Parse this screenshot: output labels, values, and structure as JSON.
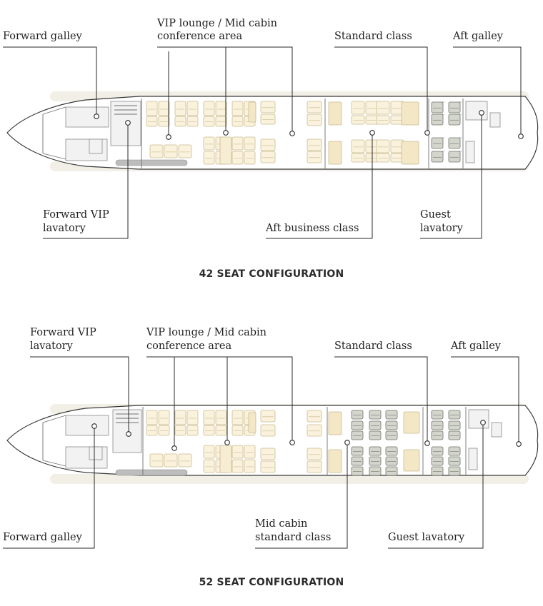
{
  "configs": [
    {
      "title": "42 SEAT CONFIGURATION",
      "labels": {
        "forward_galley": "Forward galley",
        "vip_lounge_1": "VIP lounge / Mid cabin",
        "vip_lounge_2": "conference area",
        "standard_class": "Standard class",
        "aft_galley": "Aft galley",
        "forward_vip_lavatory_1": "Forward VIP",
        "forward_vip_lavatory_2": "lavatory",
        "aft_business_class": "Aft business class",
        "guest_lavatory_1": "Guest",
        "guest_lavatory_2": "lavatory"
      }
    },
    {
      "title": "52 SEAT CONFIGURATION",
      "labels": {
        "forward_vip_lavatory_1": "Forward VIP",
        "forward_vip_lavatory_2": "lavatory",
        "vip_lounge_1": "VIP lounge / Mid cabin",
        "vip_lounge_2": "conference area",
        "standard_class": "Standard class",
        "aft_galley": "Aft galley",
        "forward_galley": "Forward galley",
        "mid_cabin_standard_1": "Mid cabin",
        "mid_cabin_standard_2": "standard class",
        "guest_lavatory": "Guest lavatory"
      }
    }
  ],
  "colors": {
    "business_seat": "#faf2dc",
    "standard_seat": "#d4d6cd",
    "hull_outline": "#3a3a3a",
    "leader_line": "#2a2a2a"
  }
}
